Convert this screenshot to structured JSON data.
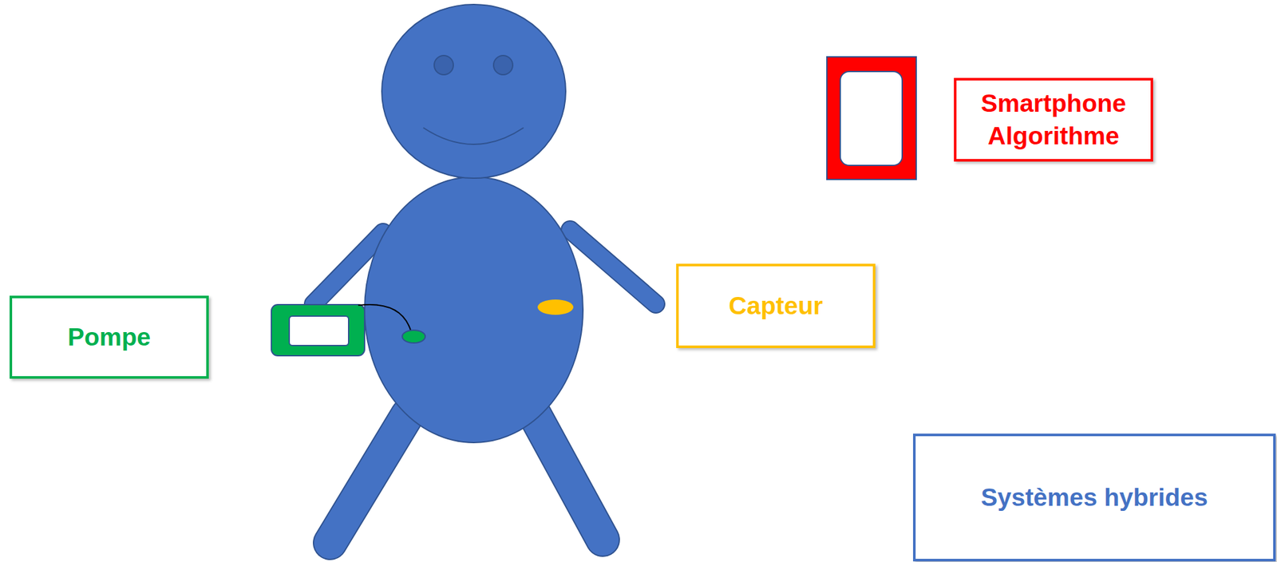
{
  "diagram": {
    "nodes": [
      {
        "text": [
          "Smartphone Algorithme"
        ]
      },
      {
        "text": [
          "Capteur"
        ]
      },
      {
        "text": [
          "Pompe"
        ]
      },
      {
        "text": [
          "Systèmes hybrides"
        ]
      }
    ]
  }
}
